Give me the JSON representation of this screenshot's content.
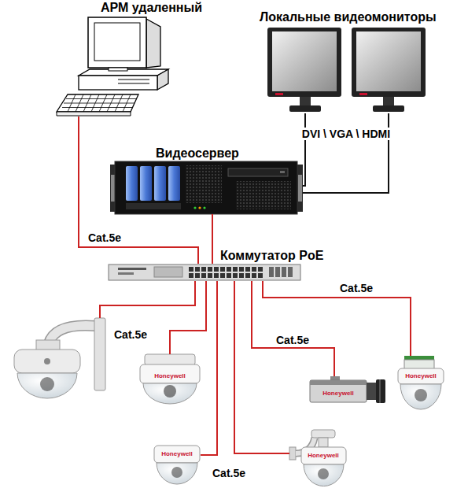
{
  "diagram": {
    "nodes": [
      {
        "text": [
          "АРМ удаленный"
        ]
      },
      {
        "text": [
          "Локальные видеомониторы"
        ]
      },
      {
        "text": [
          "Видеосервер"
        ]
      },
      {
        "text": [
          "Коммутатор PoE"
        ]
      },
      {
        "text": [
          "Honeywell"
        ]
      },
      {
        "text": [
          "Honeywell"
        ]
      },
      {
        "text": [
          "Honeywell"
        ]
      },
      {
        "text": [
          "Honeywell"
        ]
      },
      {
        "text": [
          "Honeywell"
        ]
      }
    ],
    "edges": [
      {
        "from": 0,
        "to": 3,
        "arrow": "none",
        "label": "Cat.5e"
      },
      {
        "from": 1,
        "to": 2,
        "arrow": "none",
        "label": "DVI \\ VGA \\ HDMI"
      },
      {
        "from": 2,
        "to": 3,
        "arrow": "none"
      },
      {
        "from": 3,
        "to": 4,
        "arrow": "none"
      },
      {
        "from": 3,
        "to": 5,
        "arrow": "none",
        "label": "Cat.5e"
      },
      {
        "from": 3,
        "to": 6,
        "arrow": "none",
        "label": "Cat.5e"
      },
      {
        "from": 3,
        "to": 7,
        "arrow": "none"
      },
      {
        "from": 3,
        "to": 8,
        "arrow": "none",
        "label": "Cat.5e"
      }
    ],
    "labels": [
      "Cat.5e"
    ]
  }
}
